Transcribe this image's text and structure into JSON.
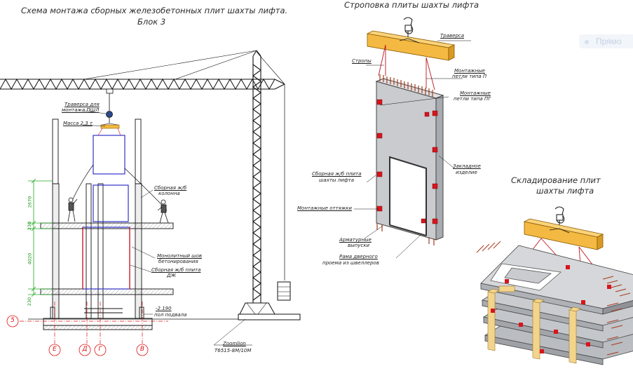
{
  "titles": {
    "left_line1": "Схема монтажа сборных железобетонных плит шахты лифта.",
    "left_line2": "Блок 3",
    "middle": "Строповка плиты шахты лифта",
    "right_line1": "Складирование плит",
    "right_line2": "шахты лифта"
  },
  "left_labels": {
    "traverse_l1": "Траверса для",
    "traverse_l2": "монтажа ПШЛ",
    "mass": "Масса 2,3 т",
    "column_l1": "Сборная ж/б",
    "column_l2": "колонна",
    "mono_l1": "Монолитный шов",
    "mono_l2": "бетонирования",
    "slab_l1": "Сборная ж/б плита",
    "slab_l2": "ДЖ",
    "level_value": "-2.190",
    "level_text": "пол подвала",
    "crane_l1": "Zoomlion",
    "crane_l2": "T6515-8M/10M"
  },
  "dimensions": [
    "2670",
    "230",
    "4020",
    "230"
  ],
  "axes": [
    "5",
    "Е",
    "Д",
    "Г",
    "В"
  ],
  "middle_labels": {
    "traverse": "Траверса",
    "slings": "Стропы",
    "loops_p_l1": "Монтажные",
    "loops_p_l2": "петли типа П",
    "loops_pg_l1": "Монтажные",
    "loops_pg_l2": "петли типа ПГ",
    "embedded_l1": "Закладное",
    "embedded_l2": "изделие",
    "plate_l1": "Сборная ж/б плита",
    "plate_l2": "шахты лифта",
    "braces": "Монтажные оттяжки",
    "rebar_l1": "Арматурные",
    "rebar_l2": "выпуски",
    "frame_l1": "Рама дверного",
    "frame_l2": "проема из швеллеров"
  },
  "overlay": {
    "label": "Прямо"
  },
  "colors": {
    "crane": "#111111",
    "green_dim": "#21a821",
    "red_axis": "#dd1111",
    "blue_frame": "#3232c8",
    "traverse_yellow": "#f4b942",
    "plate_gray": "#c9cbcf",
    "red_embed": "#d8141c",
    "rebar_brown": "#a43a1d",
    "timber": "#f2d48c"
  }
}
